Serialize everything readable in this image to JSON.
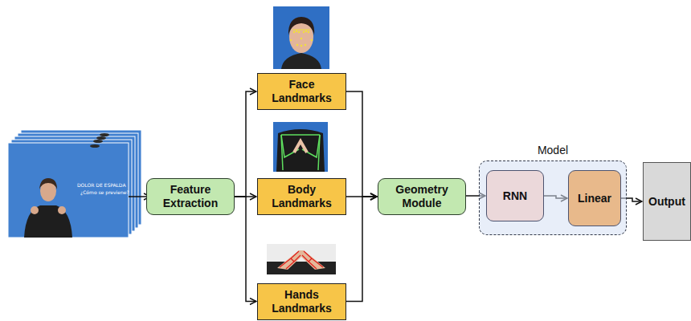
{
  "diagram": {
    "nodes": [
      {
        "text": [
          "Feature Extraction"
        ]
      },
      {
        "text": [
          "Face Landmarks"
        ]
      },
      {
        "text": [
          "Body Landmarks"
        ]
      },
      {
        "text": [
          "Hands Landmarks"
        ]
      },
      {
        "text": [
          "Geometry Module"
        ]
      },
      {
        "text": [
          "Model"
        ]
      },
      {
        "text": [
          "RNN"
        ],
        "in": 5
      },
      {
        "text": [
          "Linear"
        ],
        "in": 5
      },
      {
        "text": [
          "Output"
        ]
      }
    ],
    "edges": [
      {
        "from": 0,
        "to": 1,
        "arrow": "to"
      },
      {
        "from": 0,
        "to": 2,
        "arrow": "to"
      },
      {
        "from": 0,
        "to": 3,
        "arrow": "to"
      },
      {
        "from": 1,
        "to": 4,
        "arrow": "to"
      },
      {
        "from": 2,
        "to": 4,
        "arrow": "to"
      },
      {
        "from": 3,
        "to": 4,
        "arrow": "to"
      },
      {
        "from": 4,
        "to": 6,
        "arrow": "to"
      },
      {
        "from": 6,
        "to": 7,
        "arrow": "to"
      },
      {
        "from": 7,
        "to": 8,
        "arrow": "to"
      }
    ],
    "labels": [
      "DOLOR DE ESPALDA",
      "¿Cómo se previene?"
    ]
  }
}
